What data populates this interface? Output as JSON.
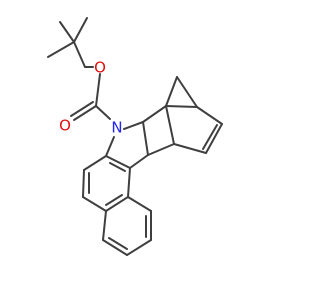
{
  "molecule": {
    "atoms": [
      {
        "id": "a1",
        "label": "O",
        "color": "#e01010"
      },
      {
        "id": "a2",
        "label": "O",
        "color": "#e01010"
      },
      {
        "id": "a3",
        "label": "N",
        "color": "#2424ee"
      }
    ]
  },
  "colors": {
    "bond": "#3f3f3f",
    "oxygen": "#e01010",
    "nitrogen": "#2424ee",
    "background": "#ffffff"
  }
}
